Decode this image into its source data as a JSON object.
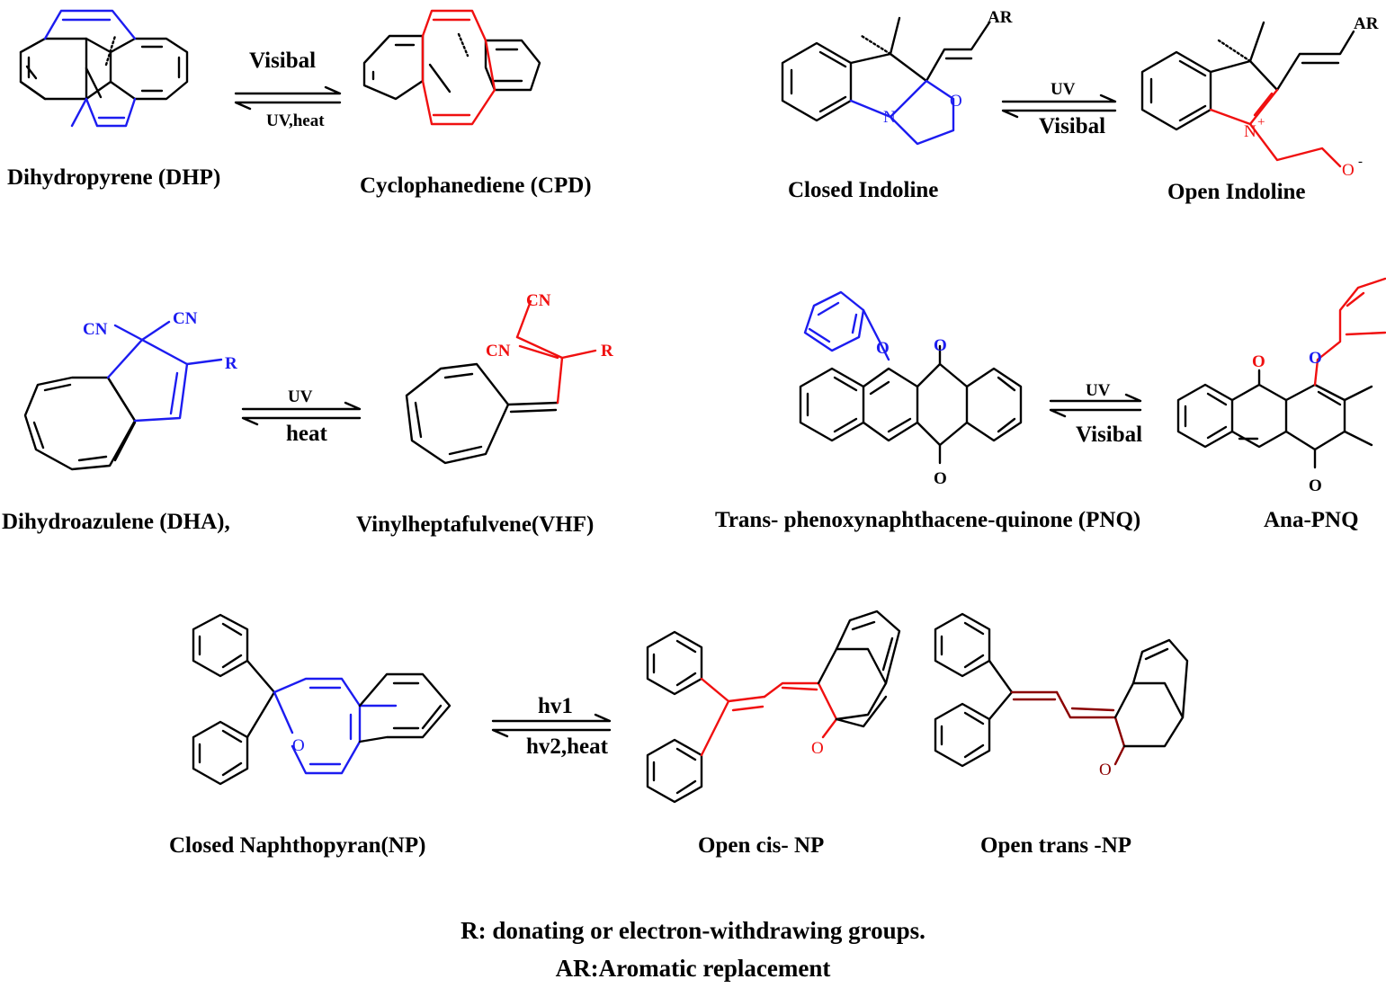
{
  "labels": {
    "dhp": "Dihydropyrene (DHP)",
    "cpd": "Cyclophanediene (CPD)",
    "closed_indoline": "Closed Indoline",
    "open_indoline": "Open Indoline",
    "dha": "Dihydroazulene (DHA),",
    "vhf": "Vinylheptafulvene(VHF)",
    "pnq": "Trans- phenoxynaphthacene-quinone (PNQ)",
    "ana_pnq": "Ana-PNQ",
    "closed_np": "Closed Naphthopyran(NP)",
    "open_cis_np": "Open cis- NP",
    "open_trans_np": "Open trans -NP"
  },
  "arrows": {
    "dhp_forward": "Visibal",
    "dhp_back": "UV,heat",
    "indoline_forward": "UV",
    "indoline_back": "Visibal",
    "dha_forward": "UV",
    "dha_back": "heat",
    "pnq_forward": "UV",
    "pnq_back": "Visibal",
    "np_forward": "hv1",
    "np_back": "hv2,heat"
  },
  "atoms": {
    "ar": "AR",
    "n": "N",
    "o": "O",
    "n_plus": "N",
    "plus": "+",
    "o_minus": "O",
    "minus": "-",
    "cn": "CN",
    "r": "R"
  },
  "footnote": {
    "line1": "R: donating  or electron-withdrawing groups.",
    "line2": "AR:Aromatic replacement"
  },
  "colors": {
    "blue": "#1c1cf0",
    "red": "#f01010",
    "dark_red": "#8b0000",
    "black": "#000000"
  }
}
